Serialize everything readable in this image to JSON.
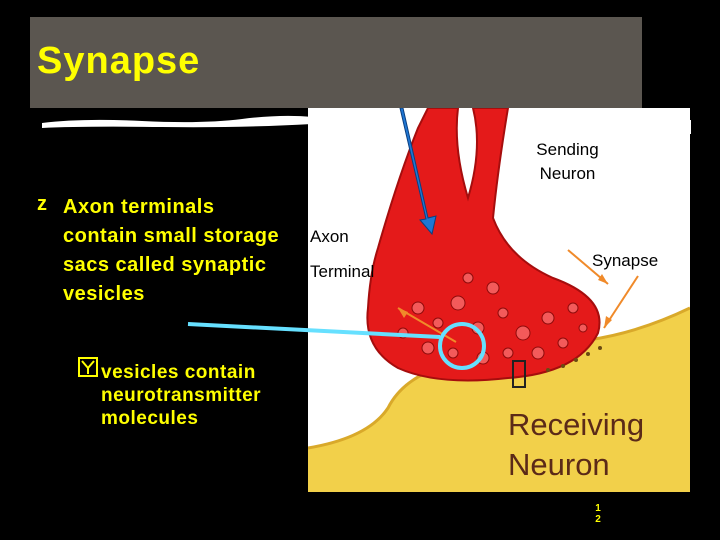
{
  "slide": {
    "title": "Synapse",
    "bullet_main": "Axon terminals contain small storage sacs called synaptic vesicles",
    "bullet_main_marker": "z",
    "bullet_sub": "vesicles contain neurotransmitter molecules",
    "bullet_sub_marker": "y",
    "slide_number_line1": "1",
    "slide_number_line2": "2"
  },
  "figure": {
    "label_sending_line1": "Sending",
    "label_sending_line2": "Neuron",
    "label_axon": "Axon",
    "label_terminal": "Terminal",
    "label_synapse": "Synapse",
    "label_receiving_line1": "Receiving",
    "label_receiving_line2": "Neuron"
  },
  "colors": {
    "background": "#000000",
    "title_bar": "#5b5650",
    "title_text": "#ffff00",
    "body_text": "#ffff00",
    "neuron_red": "#e41a1a",
    "receiving_tissue": "#f2d04a",
    "pointer_line": "#66e0ff"
  }
}
